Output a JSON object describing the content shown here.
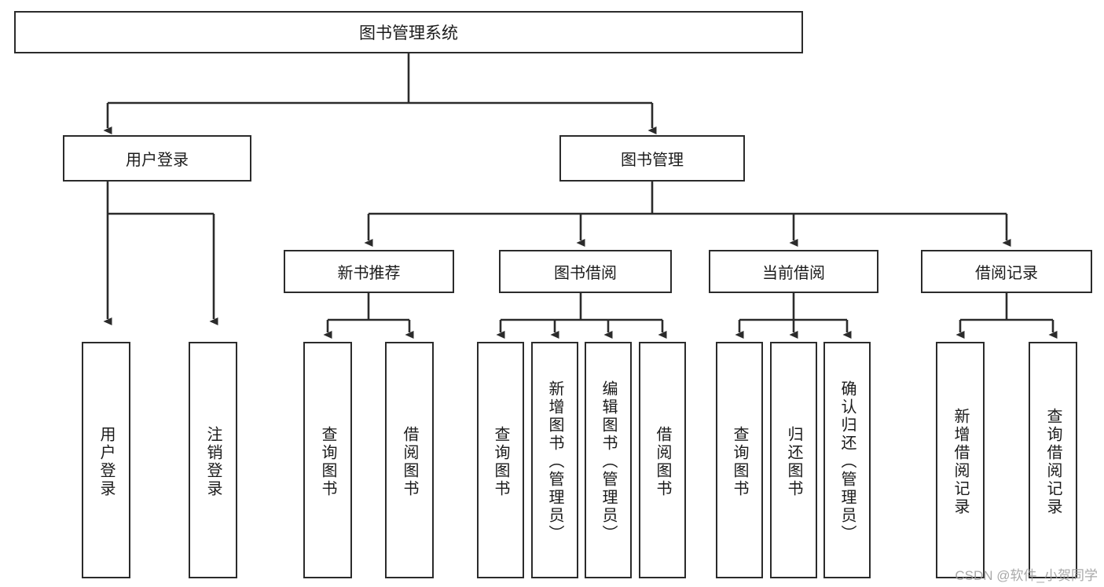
{
  "diagram": {
    "title": "图书管理系统",
    "type": "tree-hierarchy-diagram",
    "root": {
      "id": "root",
      "label": "图书管理系统"
    },
    "level1": [
      {
        "id": "login",
        "label": "用户登录"
      },
      {
        "id": "bookmgmt",
        "label": "图书管理"
      }
    ],
    "level2": [
      {
        "id": "newbook",
        "label": "新书推荐",
        "parent": "bookmgmt"
      },
      {
        "id": "borrow",
        "label": "图书借阅",
        "parent": "bookmgmt"
      },
      {
        "id": "current",
        "label": "当前借阅",
        "parent": "bookmgmt"
      },
      {
        "id": "records",
        "label": "借阅记录",
        "parent": "bookmgmt"
      }
    ],
    "leaves": [
      {
        "id": "leaf-user-login",
        "label": "用户登录",
        "parent": "login"
      },
      {
        "id": "leaf-logout",
        "label": "注销登录",
        "parent": "login"
      },
      {
        "id": "leaf-query-book-1",
        "label": "查询图书",
        "parent": "newbook"
      },
      {
        "id": "leaf-borrow-book-1",
        "label": "借阅图书",
        "parent": "newbook"
      },
      {
        "id": "leaf-query-book-2",
        "label": "查询图书",
        "parent": "borrow"
      },
      {
        "id": "leaf-add-book",
        "label": "新增图书（管理员）",
        "parent": "borrow"
      },
      {
        "id": "leaf-edit-book",
        "label": "编辑图书（管理员）",
        "parent": "borrow"
      },
      {
        "id": "leaf-borrow-book-2",
        "label": "借阅图书",
        "parent": "borrow"
      },
      {
        "id": "leaf-query-book-3",
        "label": "查询图书",
        "parent": "current"
      },
      {
        "id": "leaf-return-book",
        "label": "归还图书",
        "parent": "current"
      },
      {
        "id": "leaf-confirm-return",
        "label": "确认归还（管理员）",
        "parent": "current"
      },
      {
        "id": "leaf-add-record",
        "label": "新增借阅记录",
        "parent": "records"
      },
      {
        "id": "leaf-query-record",
        "label": "查询借阅记录",
        "parent": "records"
      }
    ]
  },
  "watermark": {
    "text": "CSDN @软件_小贺同学"
  },
  "colors": {
    "border": "#2b2b2b",
    "background": "#ffffff",
    "text": "#1b1b1b",
    "watermark": "#9a9a9a"
  }
}
